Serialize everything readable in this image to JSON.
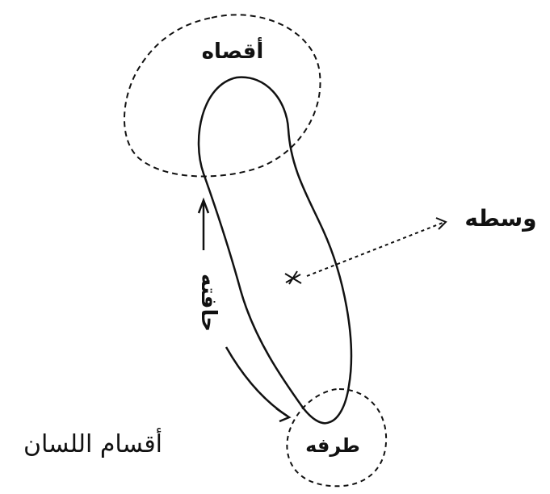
{
  "title": "أقسام اللسان",
  "labels": {
    "aqsa": "أقصاه",
    "wasat": "وسطه",
    "tarf": "طرفه",
    "hafa": "حافته"
  },
  "colors": {
    "ink": "#111111",
    "background": "#ffffff"
  }
}
